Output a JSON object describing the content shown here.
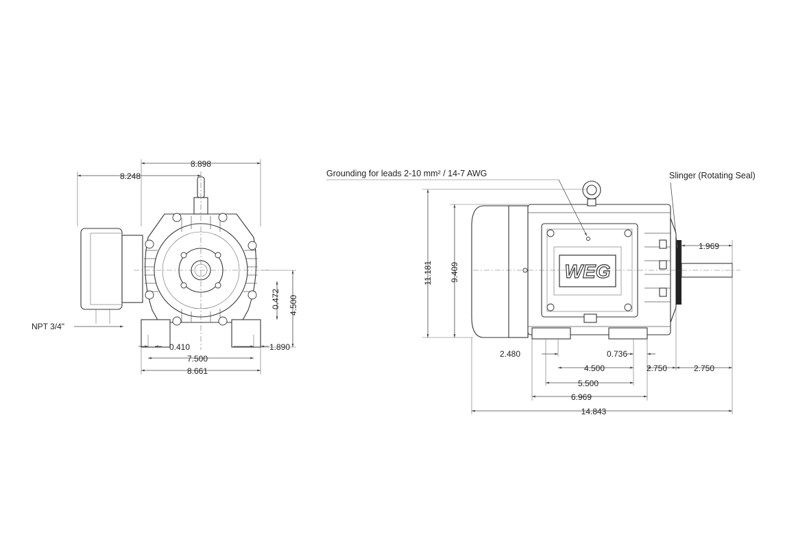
{
  "front_view": {
    "dims": {
      "overall_height_dim": "8.898",
      "terminal_box_offset": "8.248",
      "npt": "NPT 3/4\"",
      "foot_hole": "0.410",
      "foot_bolt_spacing": "7.500",
      "foot_width": "8.661",
      "foot_height": "1.890",
      "shaft_height_small": "0.472",
      "shaft_height": "4.500"
    }
  },
  "side_view": {
    "notes": {
      "grounding": "Grounding for leads 2-10 mm² / 14-7 AWG",
      "slinger": "Slinger (Rotating Seal)"
    },
    "dims": {
      "overall_height": "11.181",
      "frame_height": "9.409",
      "shaft_length": "1.969",
      "foot_a": "2.480",
      "foot_b": "0.736",
      "foot_c": "4.500",
      "shaft_ext_1": "2.750",
      "shaft_ext_2": "2.750",
      "foot_d": "5.500",
      "foot_e": "6.969",
      "overall_length": "14.843"
    },
    "logo_text": "WEG"
  },
  "colors": {
    "line": "#444444",
    "text": "#222222",
    "background": "#ffffff"
  }
}
